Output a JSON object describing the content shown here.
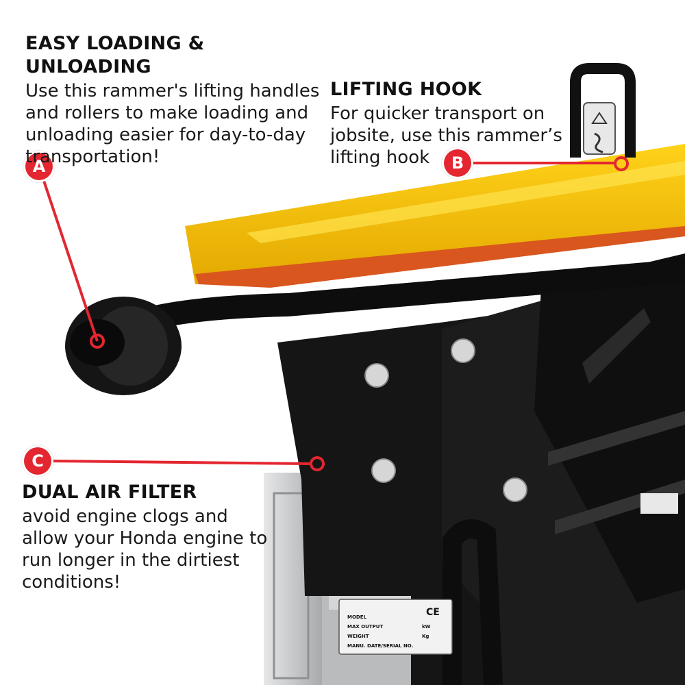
{
  "colors": {
    "accent": "#e32630",
    "machine_yellow": "#f5c400",
    "frame_black": "#141414",
    "engine_silver": "#c9cbcc"
  },
  "callouts": {
    "a": {
      "marker": "A",
      "heading": "EASY LOADING & UNLOADING",
      "lines": [
        "Use this rammer's lifting handles",
        "and rollers to make loading and",
        "unloading easier for day-to-day",
        "transportation!"
      ]
    },
    "b": {
      "marker": "B",
      "heading": "LIFTING HOOK",
      "lines": [
        "For quicker transport on",
        "jobsite, use this rammer’s",
        "lifting hook"
      ]
    },
    "c": {
      "marker": "C",
      "heading": "DUAL AIR FILTER",
      "lines": [
        "avoid engine clogs and",
        "allow your Honda engine to",
        "run longer in the dirtiest",
        "conditions!"
      ]
    }
  },
  "nameplate": {
    "rows": [
      "MODEL",
      "MAX OUTPUT",
      "WEIGHT",
      "MANU. DATE/SERIAL NO."
    ],
    "units": [
      "kW",
      "Kg"
    ],
    "mark": "CE"
  }
}
